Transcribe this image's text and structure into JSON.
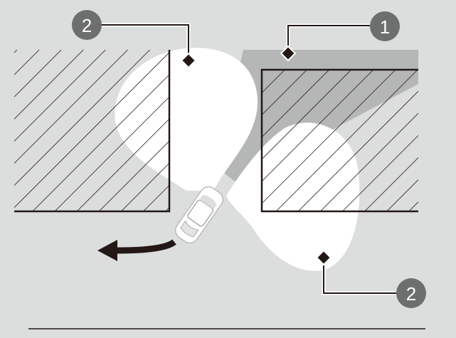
{
  "callouts": [
    {
      "label": "2",
      "meaning": "sensor-coverage-area"
    },
    {
      "label": "1",
      "meaning": "blind-zone"
    },
    {
      "label": "2",
      "meaning": "sensor-coverage-area"
    }
  ],
  "colors": {
    "background": "#dcdddd",
    "coverage": "#ffffff",
    "blind_zone": "#b5b6b6",
    "callout_circle": "#6d6e6e",
    "lines": "#231815"
  }
}
